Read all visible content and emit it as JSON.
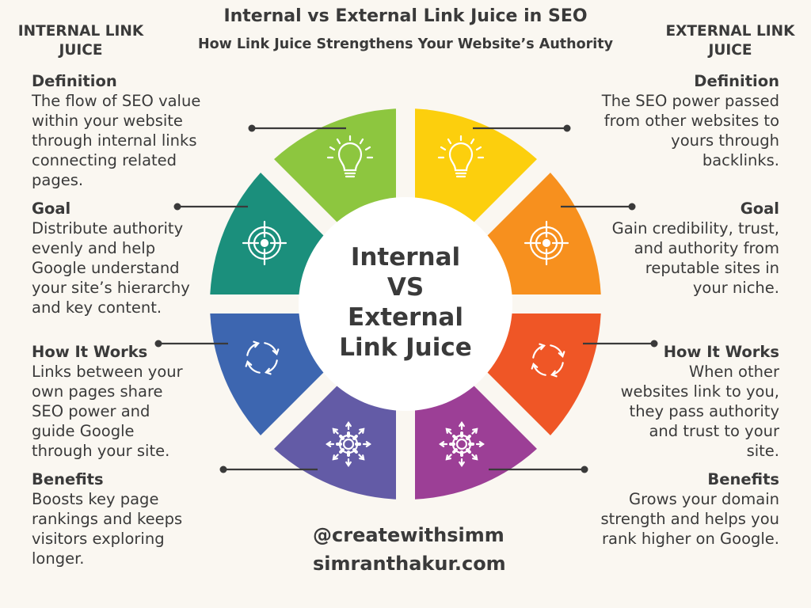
{
  "header": {
    "title": "Internal vs External Link Juice in SEO",
    "subtitle": "How Link Juice Strengthens Your Website’s Authority"
  },
  "internal": {
    "heading_lines": [
      "INTERNAL LINK",
      "JUICE"
    ],
    "sections": [
      {
        "title": "Definition",
        "lines": [
          "The flow of SEO value",
          "within your website",
          "through internal links",
          "connecting related",
          "pages."
        ]
      },
      {
        "title": "Goal",
        "lines": [
          "Distribute authority",
          "evenly and help",
          "Google understand",
          "your site’s hierarchy",
          "and key content."
        ]
      },
      {
        "title": "How It Works",
        "lines": [
          "Links between your",
          "own pages share",
          "SEO power and",
          "guide Google",
          "through your site."
        ]
      },
      {
        "title": "Benefits",
        "lines": [
          "Boosts key page",
          "rankings and keeps",
          "visitors exploring",
          "longer."
        ]
      }
    ]
  },
  "external": {
    "heading_lines": [
      "EXTERNAL LINK",
      "JUICE"
    ],
    "sections": [
      {
        "title": "Definition",
        "lines": [
          "The SEO power passed",
          "from other websites to",
          "yours through",
          "backlinks."
        ]
      },
      {
        "title": "Goal",
        "lines": [
          "Gain credibility, trust,",
          "and authority from",
          "reputable sites in",
          "your niche."
        ]
      },
      {
        "title": "How It Works",
        "lines": [
          "When other",
          "websites link to you,",
          "they pass authority",
          "and trust to your",
          "site."
        ]
      },
      {
        "title": "Benefits",
        "lines": [
          "Grows your domain",
          "strength and helps you",
          "rank higher on Google."
        ]
      }
    ]
  },
  "center": {
    "lines": [
      "Internal",
      "VS",
      "External",
      "Link Juice"
    ]
  },
  "footer": {
    "handle": "@createwithsimm",
    "website": "simranthakur.com"
  },
  "segments": [
    {
      "name": "definition-internal",
      "color": "#8dc63f",
      "icon": "lightbulb-icon"
    },
    {
      "name": "definition-external",
      "color": "#fccf0d",
      "icon": "lightbulb-icon"
    },
    {
      "name": "goal-external",
      "color": "#f7901e",
      "icon": "target-icon"
    },
    {
      "name": "how-it-works-external",
      "color": "#ef5626",
      "icon": "cycle-arrows-icon"
    },
    {
      "name": "benefits-external",
      "color": "#9c3f96",
      "icon": "gear-expand-icon"
    },
    {
      "name": "benefits-internal",
      "color": "#635ba6",
      "icon": "gear-expand-icon"
    },
    {
      "name": "how-it-works-internal",
      "color": "#3d66b0",
      "icon": "cycle-arrows-icon"
    },
    {
      "name": "goal-internal",
      "color": "#1b8f7c",
      "icon": "target-icon"
    }
  ],
  "text_color": "#3a3a3a",
  "background": "#faf7f1"
}
